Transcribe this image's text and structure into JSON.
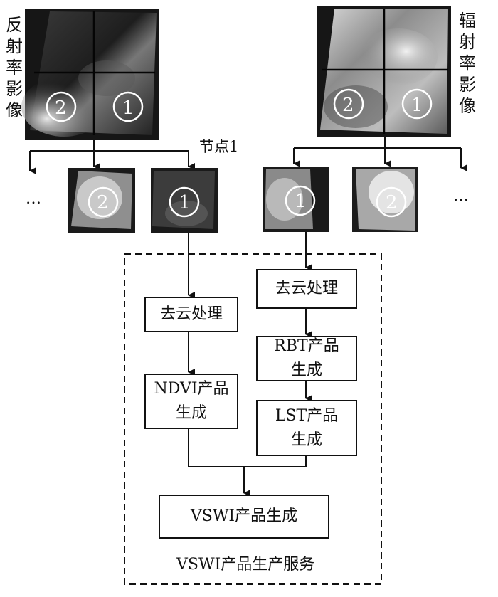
{
  "left_image": {
    "label": [
      "反",
      "射",
      "率",
      "影",
      "像"
    ]
  },
  "right_image": {
    "label": [
      "辐",
      "射",
      "率",
      "影",
      "像"
    ]
  },
  "node_label": "节点1",
  "ellipsis": "…",
  "tile_numbers": {
    "one": "1",
    "two": "2"
  },
  "flow": {
    "cloud_left": "去云处理",
    "cloud_right": "去云处理",
    "ndvi": [
      "NDVI产品",
      "生成"
    ],
    "rbt": [
      "RBT产品",
      "生成"
    ],
    "lst": [
      "LST产品",
      "生成"
    ],
    "vswi": "VSWI产品生成"
  },
  "service_label": "VSWI产品生产服务",
  "colors": {
    "line": "#111111",
    "tile_dark": "#1c1c1c",
    "tile_light": "#9a9a9a"
  }
}
